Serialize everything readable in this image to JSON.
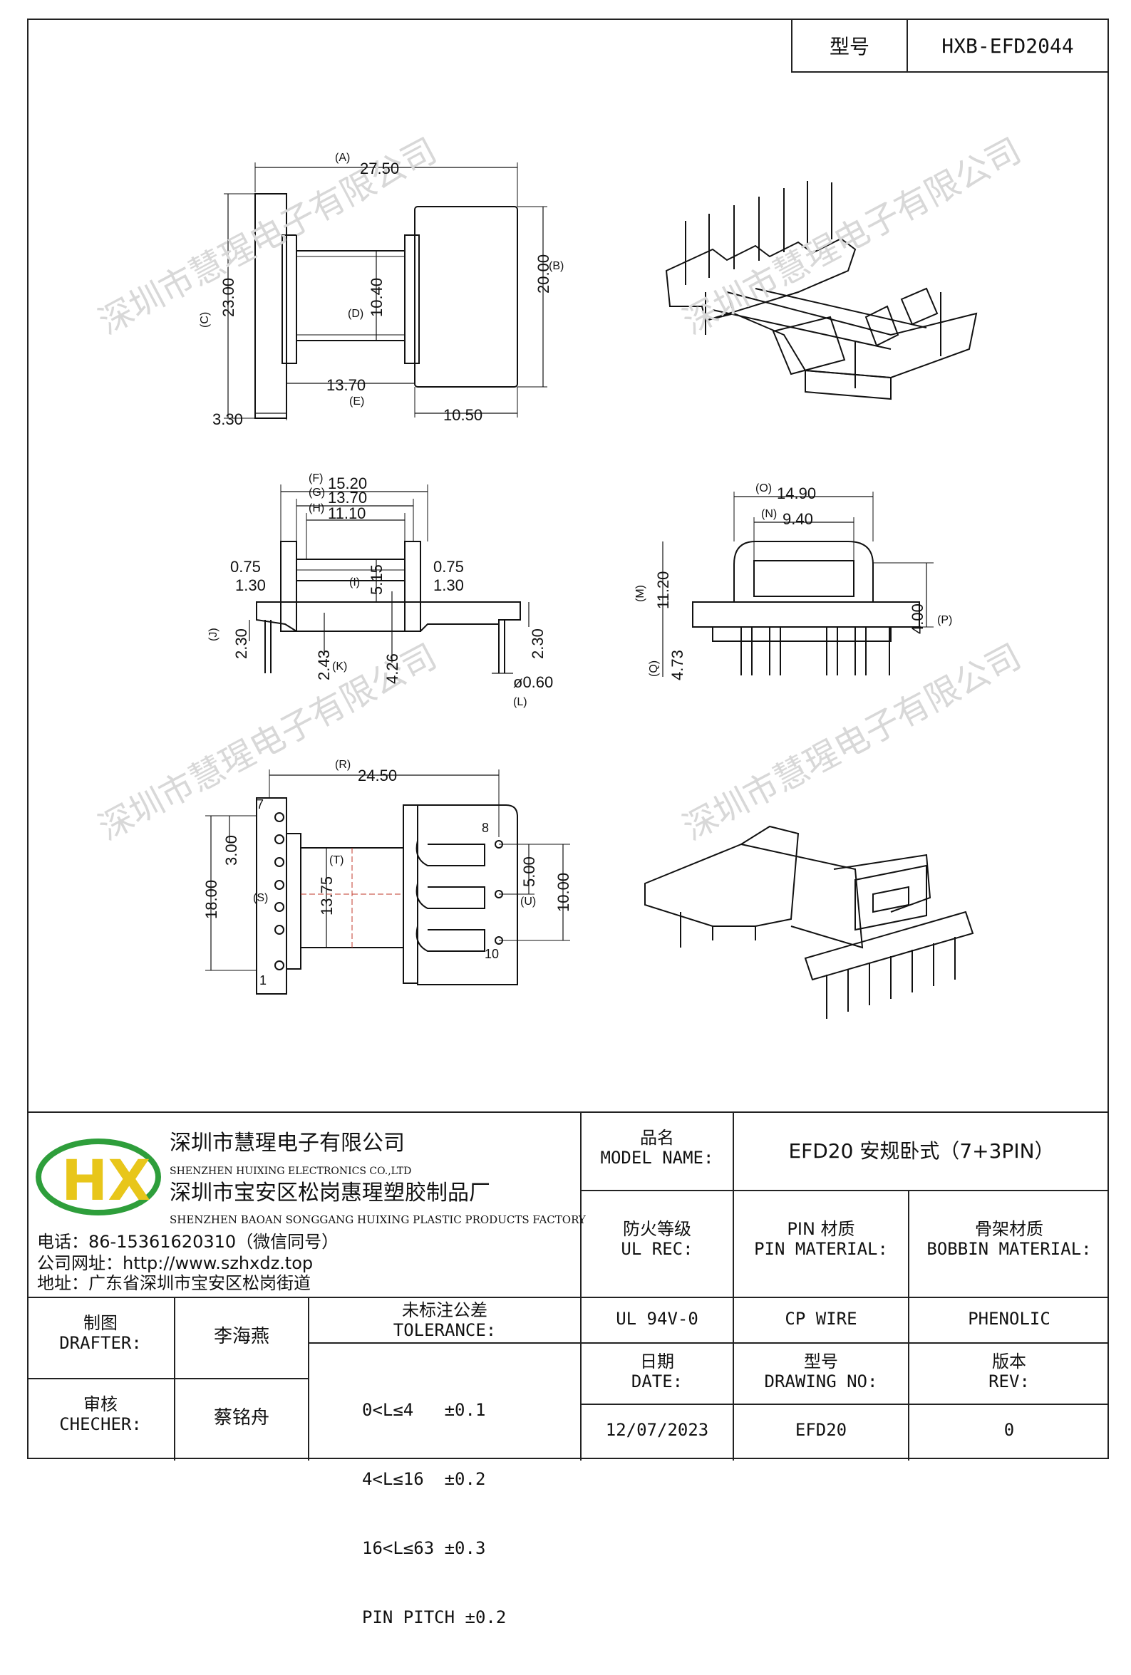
{
  "header": {
    "model_label": "型号",
    "model_value": "HXB-EFD2044"
  },
  "dims": {
    "A": "(A)",
    "A_val": "27.50",
    "B": "(B)",
    "B_val": "20.00",
    "C": "(C)",
    "C_val": "23.00",
    "D": "(D)",
    "D_val": "10.40",
    "E": "(E)",
    "E_val": "13.70",
    "flange": "3.30",
    "right_len": "10.50",
    "F": "(F)",
    "F_val": "15.20",
    "G": "(G)",
    "G_val": "13.70",
    "H": "(H)",
    "H_val": "11.10",
    "I": "(I)",
    "I_val": "5.15",
    "t075a": "0.75",
    "t075b": "0.75",
    "t130a": "1.30",
    "t130b": "1.30",
    "J": "(J)",
    "J_val": "2.30",
    "K": "(K)",
    "K_val": "2.43",
    "v426": "4.26",
    "v230": "2.30",
    "L": "(L)",
    "L_val": "ø0.60",
    "O": "(O)",
    "O_val": "14.90",
    "N": "(N)",
    "N_val": "9.40",
    "M": "(M)",
    "M_val": "11.20",
    "P": "(P)",
    "P_val": "4.00",
    "Q": "(Q)",
    "Q_val": "4.73",
    "R": "(R)",
    "R_val": "24.50",
    "S": "(S)",
    "S_val": "18.00",
    "s300": "3.00",
    "T": "(T)",
    "T_val": "13.75",
    "U": "(U)",
    "U_val": "5.00",
    "u1000": "10.00",
    "pin7": "7",
    "pin1": "1",
    "pin8": "8",
    "pin10": "10"
  },
  "watermark": "深圳市慧瑆电子有限公司",
  "company": {
    "name": "深圳市慧瑆电子有限公司",
    "name_en": "SHENZHEN HUIXING ELECTRONICS CO.,LTD",
    "factory": "深圳市宝安区松岗惠瑆塑胶制品厂",
    "factory_en": "SHENZHEN BAOAN SONGGANG HUIXING PLASTIC PRODUCTS FACTORY",
    "phone": "电话：86-15361620310（微信同号）",
    "website": "公司网址：http://www.szhxdz.top",
    "address": "地址：广东省深圳市宝安区松岗街道",
    "logo_letters": "HX"
  },
  "title_block": {
    "model_name_cn": "品名",
    "model_name_en": "MODEL NAME:",
    "model_name_value": "EFD20 安规卧式（7+3PIN）",
    "ul_rec_cn": "防火等级",
    "ul_rec_en": "UL REC:",
    "pin_mat_cn": "PIN 材质",
    "pin_mat_en": "PIN MATERIAL:",
    "bobbin_mat_cn": "骨架材质",
    "bobbin_mat_en": "BOBBIN MATERIAL:",
    "ul_value": "UL 94V-0",
    "pin_value": "CP WIRE",
    "bobbin_value": "PHENOLIC",
    "date_cn": "日期",
    "date_en": "DATE:",
    "drawing_no_cn": "型号",
    "drawing_no_en": "DRAWING NO:",
    "rev_cn": "版本",
    "rev_en": "REV:",
    "date_value": "12/07/2023",
    "drawing_no_value": "EFD20",
    "rev_value": "0",
    "drafter_cn": "制图",
    "drafter_en": "DRAFTER:",
    "drafter_name": "李海燕",
    "checker_cn": "审核",
    "checker_en": "CHECHER:",
    "checker_name": "蔡铭舟",
    "tolerance_cn": "未标注公差",
    "tolerance_en": "TOLERANCE:",
    "tol1": "0<L≤4   ±0.1",
    "tol2": "4<L≤16  ±0.2",
    "tol3": "16<L≤63 ±0.3",
    "tol4": "PIN PITCH ±0.2"
  },
  "colors": {
    "line": "#111111",
    "logo_green": "#2e9e3b",
    "logo_yellow": "#e8c61a",
    "watermark": "#d8d8d8"
  }
}
